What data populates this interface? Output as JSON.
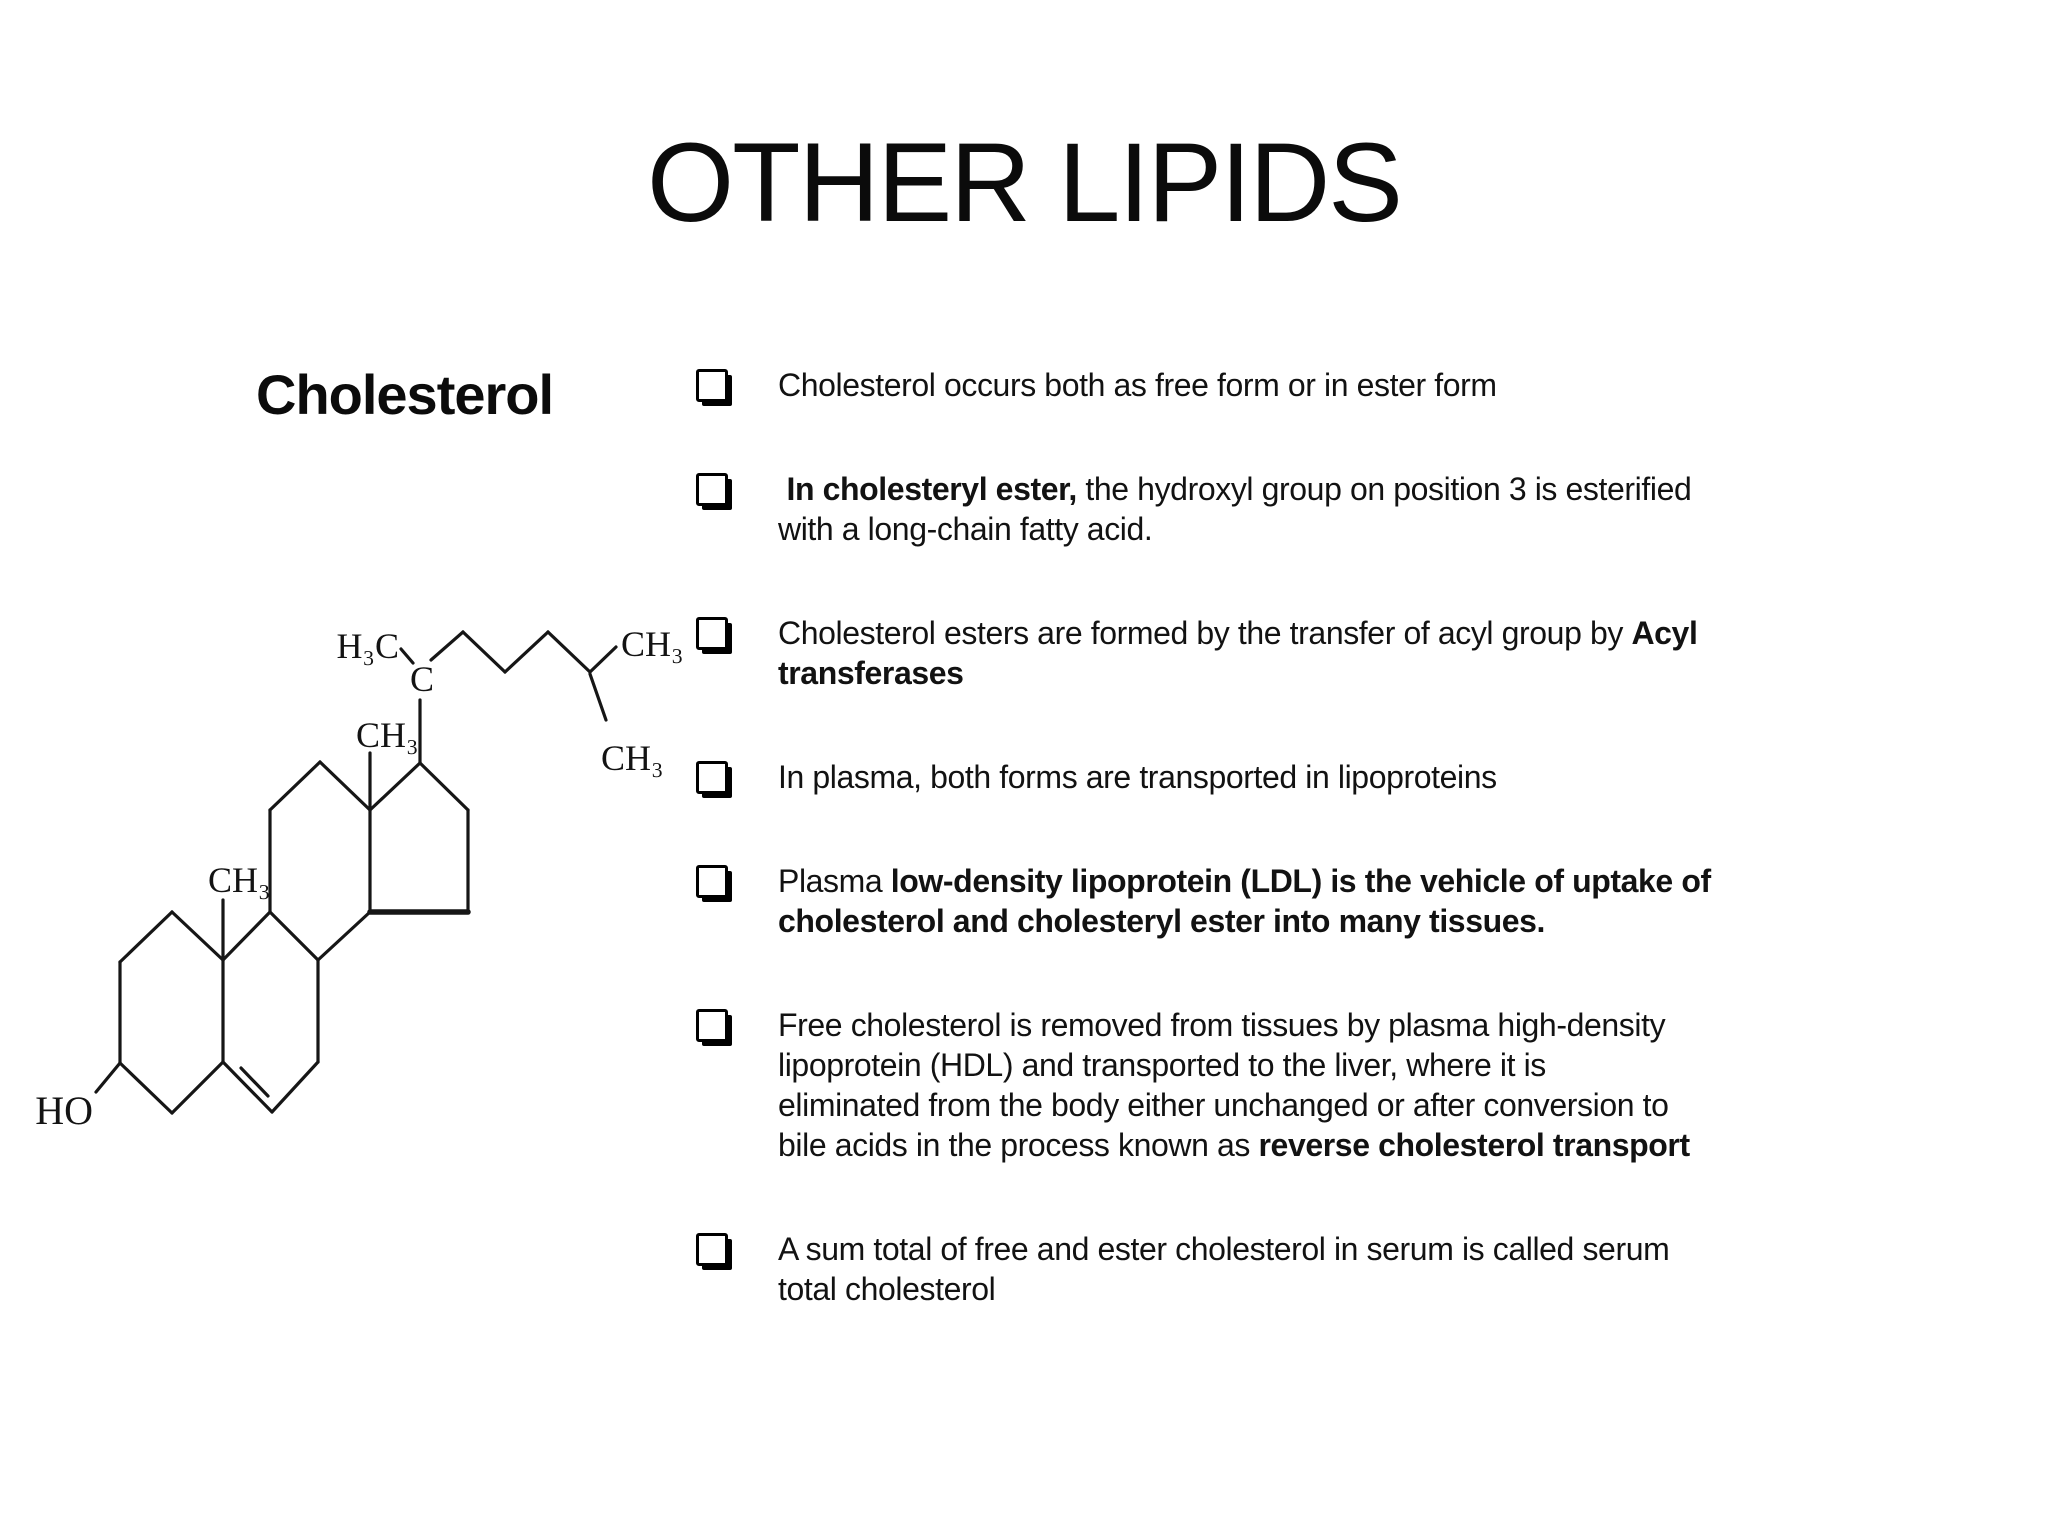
{
  "slide": {
    "title": "OTHER LIPIDS",
    "section_heading": "Cholesterol"
  },
  "bullets": [
    {
      "lines": [
        [
          {
            "t": "Cholesterol occurs both as free form or in ester form",
            "b": false
          }
        ]
      ]
    },
    {
      "lines": [
        [
          {
            "t": " In cholesteryl ester,",
            "b": true
          },
          {
            "t": " the hydroxyl group on position 3 is esterified",
            "b": false
          }
        ],
        [
          {
            "t": "with a long-chain fatty acid.",
            "b": false
          }
        ]
      ]
    },
    {
      "lines": [
        [
          {
            "t": "Cholesterol esters are formed by the transfer of acyl group by ",
            "b": false
          },
          {
            "t": "Acyl",
            "b": true
          }
        ],
        [
          {
            "t": "transferases",
            "b": true
          }
        ]
      ]
    },
    {
      "lines": [
        [
          {
            "t": "In plasma, both forms are transported in lipoproteins",
            "b": false
          }
        ]
      ]
    },
    {
      "lines": [
        [
          {
            "t": "Plasma ",
            "b": false
          },
          {
            "t": "low-density lipoprotein (LDL) is the vehicle of uptake of",
            "b": true
          }
        ],
        [
          {
            "t": "cholesterol and cholesteryl ester into many tissues.",
            "b": true
          }
        ]
      ]
    },
    {
      "lines": [
        [
          {
            "t": "Free cholesterol is removed from tissues by plasma high-density",
            "b": false
          }
        ],
        [
          {
            "t": "lipoprotein (HDL) and transported to the liver, where it is",
            "b": false
          }
        ],
        [
          {
            "t": "eliminated from the body either unchanged or after conversion to",
            "b": false
          }
        ],
        [
          {
            "t": "bile acids in the process known as ",
            "b": false
          },
          {
            "t": "reverse cholesterol transport",
            "b": true
          }
        ]
      ]
    },
    {
      "lines": [
        [
          {
            "t": "A sum total of free and ester cholesterol in serum is called serum",
            "b": false
          }
        ],
        [
          {
            "t": "total cholesterol",
            "b": false
          }
        ]
      ]
    }
  ],
  "molecule": {
    "compound": "cholesterol",
    "labels": {
      "hydroxyl": "HO",
      "methyl_c10": "CH₃",
      "methyl_c13": "CH₃",
      "side_h3c": "H₃C",
      "side_c": "C",
      "side_methyl_top": "CH₃",
      "side_methyl_bottom": "CH₃"
    }
  },
  "colors": {
    "background": "#ffffff",
    "text": "#121212",
    "structure": "#161616"
  }
}
